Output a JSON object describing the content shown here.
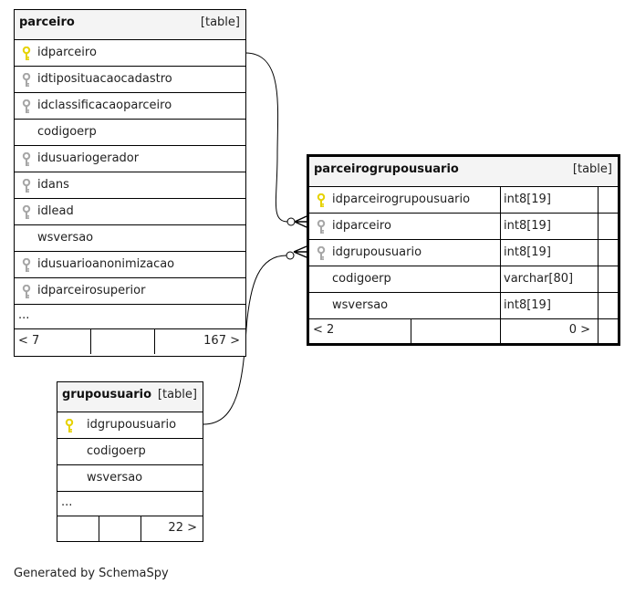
{
  "tables": {
    "parceiro": {
      "name": "parceiro",
      "kind": "[table]",
      "columns": [
        {
          "name": "idparceiro",
          "key": "primary"
        },
        {
          "name": "idtiposituacaocadastro",
          "key": "foreign"
        },
        {
          "name": "idclassificacaoparceiro",
          "key": "foreign"
        },
        {
          "name": "codigoerp",
          "key": "none"
        },
        {
          "name": "idusuariogerador",
          "key": "foreign"
        },
        {
          "name": "idans",
          "key": "foreign"
        },
        {
          "name": "idlead",
          "key": "foreign"
        },
        {
          "name": "wsversao",
          "key": "none"
        },
        {
          "name": "idusuarioanonimizacao",
          "key": "foreign"
        },
        {
          "name": "idparceirosuperior",
          "key": "foreign"
        }
      ],
      "ellipsis": "...",
      "footer": {
        "parents": "< 7",
        "middle": "",
        "children": "167  >"
      }
    },
    "parceirogrupousuario": {
      "name": "parceirogrupousuario",
      "kind": "[table]",
      "columns": [
        {
          "name": "idparceirogrupousuario",
          "type": "int8[19]",
          "key": "primary"
        },
        {
          "name": "idparceiro",
          "type": "int8[19]",
          "key": "foreign"
        },
        {
          "name": "idgrupousuario",
          "type": "int8[19]",
          "key": "foreign"
        },
        {
          "name": "codigoerp",
          "type": "varchar[80]",
          "key": "none"
        },
        {
          "name": "wsversao",
          "type": "int8[19]",
          "key": "none"
        }
      ],
      "footer": {
        "parents": "< 2",
        "middle": "",
        "children": "0  >"
      }
    },
    "grupousuario": {
      "name": "grupousuario",
      "kind": "[table]",
      "columns": [
        {
          "name": "idgrupousuario",
          "key": "primary"
        },
        {
          "name": "codigoerp",
          "key": "none"
        },
        {
          "name": "wsversao",
          "key": "none"
        }
      ],
      "ellipsis": "...",
      "footer": {
        "parents": "",
        "middle": "",
        "children": "22  >"
      }
    }
  },
  "relations": [
    {
      "from": "parceiro.idparceiro",
      "to": "parceirogrupousuario.idparceiro"
    },
    {
      "from": "grupousuario.idgrupousuario",
      "to": "parceirogrupousuario.idgrupousuario"
    }
  ],
  "colors": {
    "primary_key": "#e6d200",
    "foreign_key": "#a6a6a6",
    "border": "#000000",
    "header_bg": "#f4f4f4"
  },
  "footer_text": "Generated by SchemaSpy"
}
